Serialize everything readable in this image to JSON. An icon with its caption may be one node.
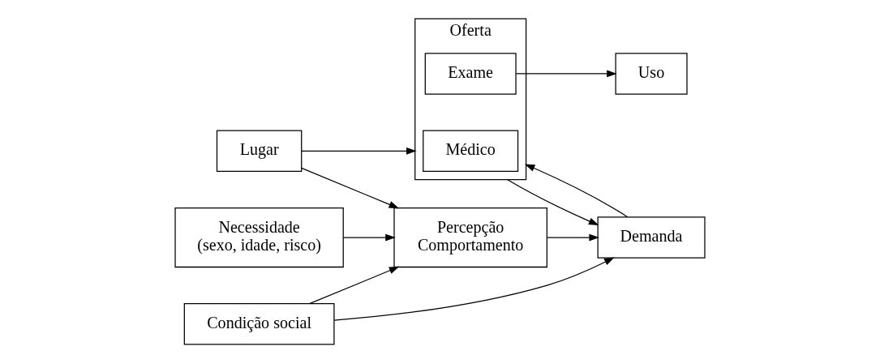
{
  "diagram": {
    "nodes": [
      {
        "text": [
          "Necessidade",
          "(sexo, idade, risco)"
        ]
      },
      {
        "text": [
          "Percepção",
          "Comportamento"
        ]
      },
      {
        "text": [
          "Demanda"
        ]
      },
      {
        "text": [
          "Oferta"
        ]
      },
      {
        "text": [
          "Médico"
        ],
        "in": 3
      },
      {
        "text": [
          "Exame"
        ],
        "in": 3
      },
      {
        "text": [
          "Uso"
        ]
      },
      {
        "text": [
          "Condição social"
        ]
      },
      {
        "text": [
          "Lugar"
        ]
      }
    ],
    "edges": [
      {
        "from": 0,
        "to": 1,
        "arrow": "to"
      },
      {
        "from": 1,
        "to": 2,
        "arrow": "to"
      },
      {
        "from": 2,
        "to": 3,
        "arrow": "to"
      },
      {
        "from": 3,
        "to": 2,
        "arrow": "to"
      },
      {
        "from": 5,
        "to": 6,
        "arrow": "to"
      },
      {
        "from": 7,
        "to": 1,
        "arrow": "to"
      },
      {
        "from": 7,
        "to": 2,
        "arrow": "to"
      },
      {
        "from": 8,
        "to": 1,
        "arrow": "to"
      },
      {
        "from": 8,
        "to": 3,
        "arrow": "to"
      }
    ]
  }
}
